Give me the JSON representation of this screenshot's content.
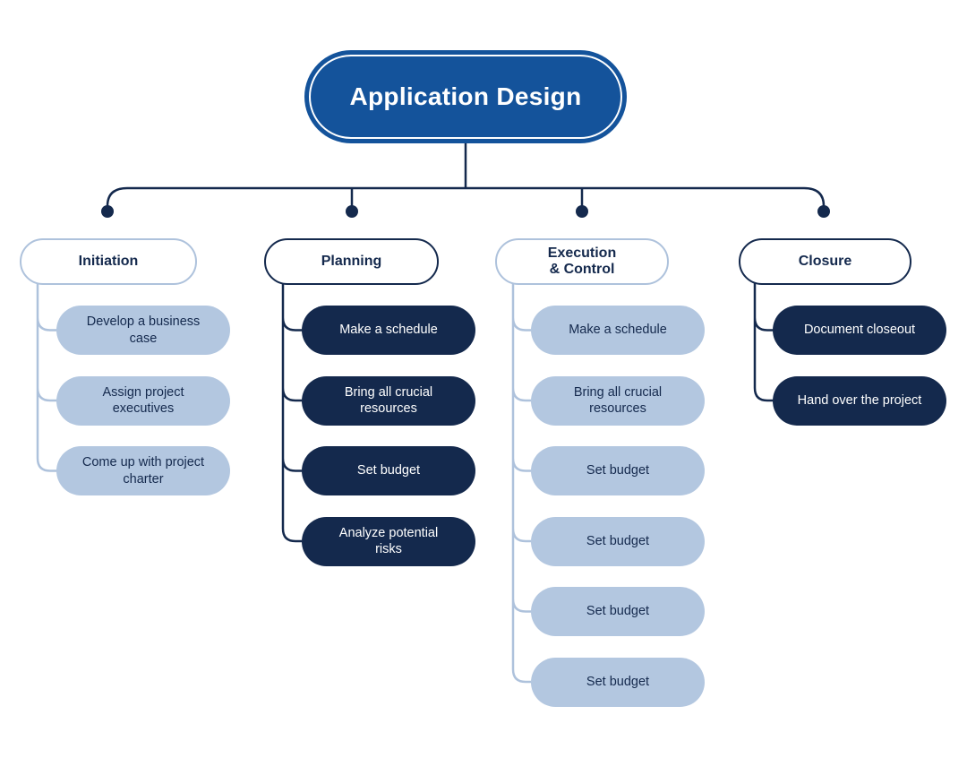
{
  "root": {
    "label": "Application Design"
  },
  "branches": [
    {
      "label": "Initiation",
      "variant": "light",
      "items": [
        "Develop a business case",
        "Assign project executives",
        "Come up with project charter"
      ]
    },
    {
      "label": "Planning",
      "variant": "dark",
      "items": [
        "Make a schedule",
        "Bring all crucial resources",
        "Set budget",
        "Analyze potential risks"
      ]
    },
    {
      "label": "Execution\n& Control",
      "variant": "light",
      "items": [
        "Make a schedule",
        "Bring all crucial resources",
        "Set budget",
        "Set budget",
        "Set budget",
        "Set budget"
      ]
    },
    {
      "label": "Closure",
      "variant": "dark",
      "items": [
        "Document closeout",
        "Hand over the project"
      ]
    }
  ],
  "colors": {
    "root_fill": "#14539B",
    "root_text": "#FFFFFF",
    "dark_navy": "#14294D",
    "light_blue_fill": "#B3C7E0",
    "light_blue_line": "#AEC2DC",
    "header_fill": "#FFFFFF",
    "background": "#FFFFFF"
  }
}
